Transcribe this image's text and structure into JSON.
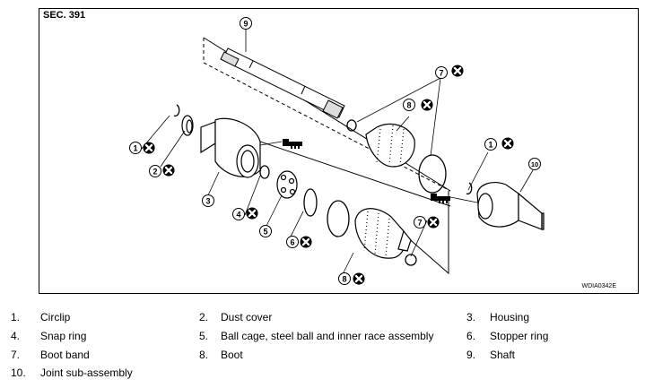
{
  "figure": {
    "section": "SEC. 391",
    "code": "WDIA0342E",
    "callouts": [
      "1",
      "2",
      "3",
      "4",
      "5",
      "6",
      "7",
      "8",
      "9",
      "10"
    ],
    "symbol_names": [
      "do-not-reuse-icon",
      "tightening-torque-icon"
    ]
  },
  "legend": [
    {
      "number": "1.",
      "label": "Circlip"
    },
    {
      "number": "2.",
      "label": "Dust cover"
    },
    {
      "number": "3.",
      "label": "Housing"
    },
    {
      "number": "4.",
      "label": "Snap ring"
    },
    {
      "number": "5.",
      "label": "Ball cage, steel ball and inner race assembly"
    },
    {
      "number": "6.",
      "label": "Stopper ring"
    },
    {
      "number": "7.",
      "label": "Boot band"
    },
    {
      "number": "8.",
      "label": "Boot"
    },
    {
      "number": "9.",
      "label": "Shaft"
    },
    {
      "number": "10.",
      "label": "Joint sub-assembly"
    }
  ],
  "colors": {
    "line": "#000000",
    "background": "#ffffff"
  }
}
